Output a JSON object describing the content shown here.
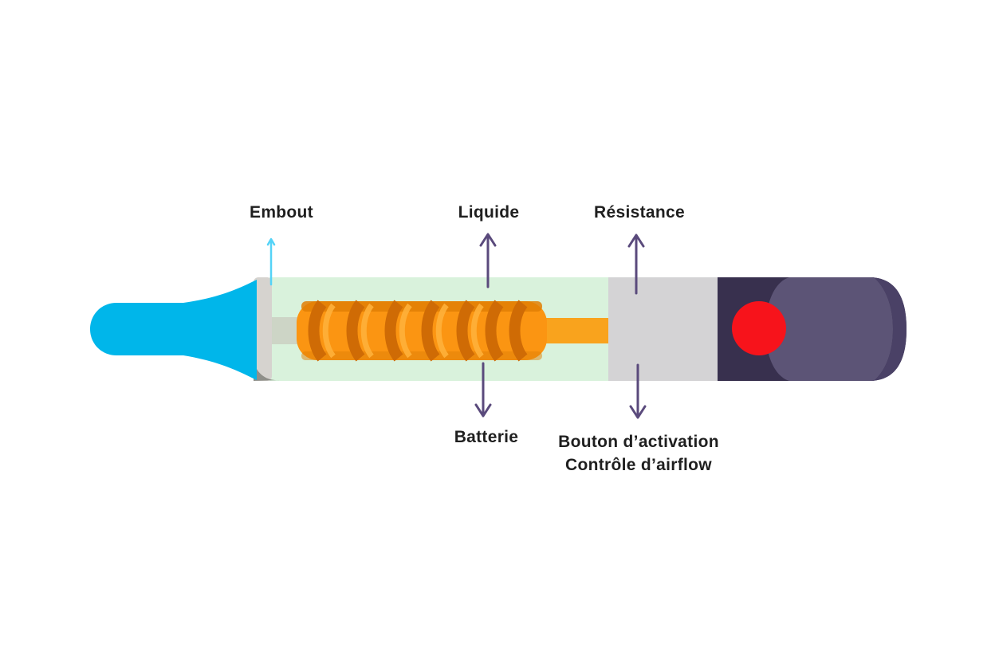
{
  "diagram": {
    "subject": "e-cigarette parts diagram",
    "labels": {
      "embout": "Embout",
      "liquide": "Liquide",
      "resistance": "Résistance",
      "batterie": "Batterie",
      "bouton_line1": "Bouton d’activation",
      "bouton_line2": "Contrôle d’airflow"
    },
    "colors": {
      "mouthpiece_blue": "#00b6ea",
      "ring_gray": "#d6d3cf",
      "ring_shadow": "#8f8f89",
      "tank_green": "#d9f2dc",
      "stem_gray": "#cdd5c6",
      "coil_orange": "#fb9512",
      "coil_shade": "#e07f05",
      "coil_dark": "#cf6b05",
      "coil_light": "#ffb13a",
      "coil_rod": "#f9a31d",
      "body_gray": "#d4d3d5",
      "battery_dark": "#38304e",
      "battery_light": "#5c5476",
      "battery_edge": "#4a4166",
      "button_red": "#f7131b",
      "arrow_purple": "#5a4a7c",
      "arrow_cyan": "#55d3f7",
      "label_text": "#1f1f1f",
      "background": "#ffffff"
    }
  }
}
